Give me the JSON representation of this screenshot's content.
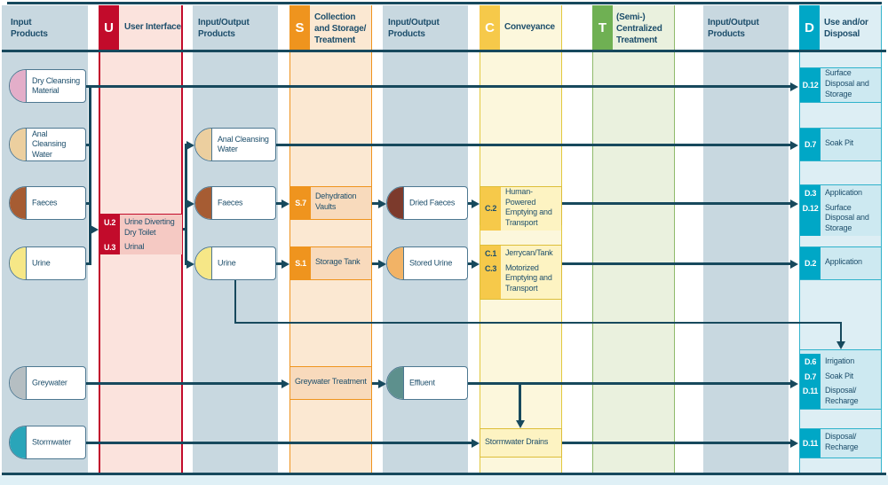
{
  "palette": {
    "dark_line": "#17495d",
    "text_blue": "#1d4e6b",
    "u_red": "#c20b2b",
    "s_orange": "#ef941e",
    "c_yellow": "#f6c94a",
    "t_green": "#6fb053",
    "d_teal": "#00a7c6"
  },
  "headers": [
    {
      "badge": "",
      "title": "Input Products"
    },
    {
      "badge": "U",
      "title": "User Interface",
      "badge_color": "#c20b2b"
    },
    {
      "badge": "",
      "title": "Input/Output Products"
    },
    {
      "badge": "S",
      "title": "Collection and Storage/ Treatment",
      "badge_color": "#ef941e"
    },
    {
      "badge": "",
      "title": "Input/Output Products"
    },
    {
      "badge": "C",
      "title": "Conveyance",
      "badge_color": "#f6c94a"
    },
    {
      "badge": "T",
      "title": "(Semi-) Centralized Treatment",
      "badge_color": "#6fb053"
    },
    {
      "badge": "",
      "title": "Input/Output Products"
    },
    {
      "badge": "D",
      "title": "Use and/or Disposal",
      "badge_color": "#00a7c6"
    }
  ],
  "products": [
    {
      "label": "Dry Cleansing Material",
      "color": "#e3aec9"
    },
    {
      "label": "Anal Cleansing Water",
      "color": "#eccf9f"
    },
    {
      "label": "Faeces",
      "color": "#a65c33"
    },
    {
      "label": "Urine",
      "color": "#f6e787"
    },
    {
      "label": "Anal Cleansing Water",
      "color": "#eccf9f"
    },
    {
      "label": "Faeces",
      "color": "#a65c33"
    },
    {
      "label": "Urine",
      "color": "#f6e787"
    },
    {
      "label": "Dried Faeces",
      "color": "#7c3a2c"
    },
    {
      "label": "Stored Urine",
      "color": "#f2b366"
    },
    {
      "label": "Greywater",
      "color": "#b5bec2"
    },
    {
      "label": "Stormwater",
      "color": "#2aa5b9"
    },
    {
      "label": "Effluent",
      "color": "#5d908d"
    }
  ],
  "processes": {
    "user_interface": {
      "rows": [
        {
          "code": "U.2",
          "label": "Urine Diverting Dry Toilet"
        },
        {
          "code": "U.3",
          "label": "Urinal"
        }
      ]
    },
    "dehydration_vaults": {
      "code": "S.7",
      "label": "Dehydration Vaults"
    },
    "storage_tank": {
      "code": "S.1",
      "label": "Storage Tank"
    },
    "greywater_treatment": {
      "label": "Greywater Treatment"
    },
    "human_powered": {
      "code": "C.2",
      "label": "Human-Powered Emptying and Transport"
    },
    "jerrycan_motorized": {
      "rows": [
        {
          "code": "C.1",
          "label": "Jerrycan/Tank"
        },
        {
          "code": "C.3",
          "label": "Motorized Emptying and Transport"
        }
      ]
    },
    "stormwater_drains": {
      "label": "Stormwater Drains"
    }
  },
  "disposal": [
    {
      "rows": [
        {
          "code": "D.12",
          "label": "Surface Disposal and Storage"
        }
      ]
    },
    {
      "rows": [
        {
          "code": "D.7",
          "label": "Soak Pit"
        }
      ]
    },
    {
      "rows": [
        {
          "code": "D.3",
          "label": "Application"
        },
        {
          "code": "D.12",
          "label": "Surface Disposal and Storage"
        }
      ]
    },
    {
      "rows": [
        {
          "code": "D.2",
          "label": "Application"
        }
      ]
    },
    {
      "rows": [
        {
          "code": "D.6",
          "label": "Irrigation"
        },
        {
          "code": "D.7",
          "label": "Soak Pit"
        },
        {
          "code": "D.11",
          "label": "Disposal/ Recharge"
        }
      ]
    },
    {
      "rows": [
        {
          "code": "D.11",
          "label": "Disposal/ Recharge"
        }
      ]
    }
  ]
}
